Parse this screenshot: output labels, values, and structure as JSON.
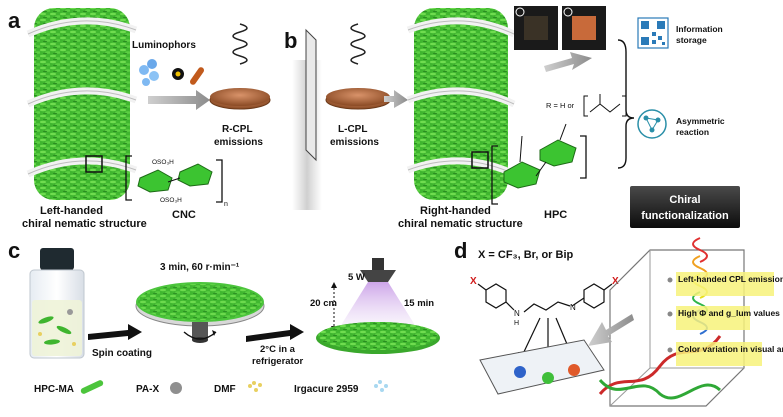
{
  "panels": {
    "a": {
      "letter": "a",
      "luminophors": "Luminophors",
      "rcpl_line1": "R-CPL",
      "rcpl_line2": "emissions",
      "structure_line1": "Left-handed",
      "structure_line2": "chiral nematic structure",
      "cnc_label": "CNC",
      "oso3h_top": "OSO₃H",
      "oso3h_bottom": "OSO₃H",
      "subscript_n": "n"
    },
    "b": {
      "letter": "b",
      "lcpl_line1": "L-CPL",
      "lcpl_line2": "emissions",
      "structure_line1": "Right-handed",
      "structure_line2": "chiral nematic structure",
      "hpc_label": "HPC",
      "r_group": "R = H or",
      "info_line1": "Information",
      "info_line2": "storage",
      "asym_line1": "Asymmetric",
      "asym_line2": "reaction",
      "chiral_line1": "Chiral",
      "chiral_line2": "functionalization"
    },
    "c": {
      "letter": "c",
      "spin_params": "3 min, 60 r·min⁻¹",
      "spin_coating": "Spin coating",
      "fridge_line1": "2°C in a",
      "fridge_line2": "refrigerator",
      "power": "5 W",
      "distance": "20 cm",
      "time": "15 min",
      "legend": [
        "HPC-MA",
        "PA-X",
        "DMF",
        "Irgacure 2959"
      ]
    },
    "d": {
      "letter": "d",
      "x_def": "X = CF₃, Br, or Bip",
      "x_left": "X",
      "x_right": "X",
      "nh": "N",
      "nh_h": "H",
      "n_right": "N",
      "features": [
        "Left-handed CPL emission",
        "High Φ and g_lum values",
        "Color variation in visual angle"
      ]
    }
  },
  "colors": {
    "green": "#4cc53c",
    "dark_green": "#2f8f25",
    "copper": "#b06a3c",
    "purple": "#9a4fc0",
    "red_atom": "#d11a1a",
    "dark_box": "#1c1c1c",
    "feature_yellow": "#f7f27a"
  }
}
